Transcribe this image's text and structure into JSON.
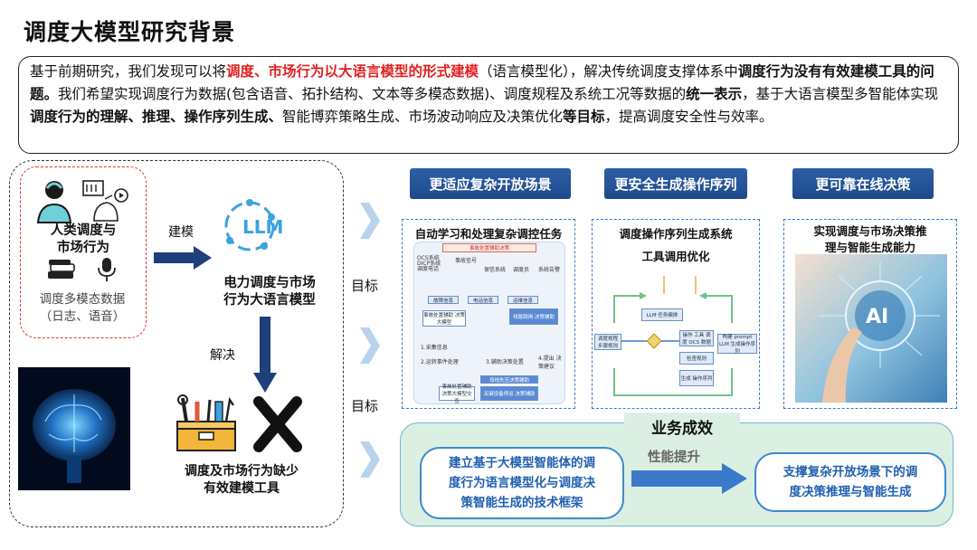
{
  "title": "调度大模型研究背景",
  "intro": {
    "p1": "基于前期研究，我们发现可以将",
    "p2": "调度、市场行为以大语言模型的形式建模",
    "p3": "（语言模型化），解决传统调度支撑体系中",
    "p4": "调度行为没有有效建模工具的问题。",
    "p5": "我们希望实现调度行为数据(包含语音、拓扑结构、文本等多模态数据)、调度规程及系统工况等数据的",
    "p6": "统一表示",
    "p7": "，基于大语言模型多智能体实现",
    "p8": "调度行为的理解、推理、操作序列生成、",
    "p9": "智能博弈策略生成、市场波动响应及决策优化",
    "p10": "等目标",
    "p11": "，提高调度安全性与效率。"
  },
  "left": {
    "human_label": "人类调度与\n市场行为",
    "multimodal_label": "调度多模态数据\n（日志、语音）",
    "modeling_label": "建模",
    "llm_logo_text": "LLM",
    "llm_label": "电力调度与市场\n行为大语言模型",
    "solve_label": "解决",
    "lack_label": "调度及市场行为缺少\n有效建模工具"
  },
  "targets": [
    "目标",
    "目标"
  ],
  "columns": [
    {
      "header": "更适应复杂开放场景",
      "card_title": "自动学习和处理复杂调控任务",
      "mini": {
        "banner": "事故处置辅助决策",
        "row1": [
          "OCS系统 DICP系统 调度电话",
          "事故信号",
          "保信系统",
          "调度员",
          "系统告警"
        ],
        "mid_tags": [
          "故障信息",
          "电话信息",
          "运维信息"
        ],
        "box_a": "事故处置辅助 决策大模型",
        "box_b": "线路跳闸 决策辅助",
        "box_c": "母线失压决策辅助",
        "box_d": "关键设备停运 决策辅助",
        "steps": [
          "1.采集信息",
          "2.运转事件处理",
          "3.辅助决策处置",
          "4.提出 决策建议"
        ],
        "footer": "事故处置辅助 决策大模型交互"
      }
    },
    {
      "header": "更安全生成操作序列",
      "card_title_1": "调度操作序列生成系统",
      "card_title_2": "工具调用优化",
      "mini": {
        "n1": "LLM 任务编排",
        "n2": "操作 工具 调度 OCS 数据",
        "n3": "调度规程 步骤规则",
        "n4": "检查规则",
        "n5": "生成 操作序列",
        "n6": "构建 prompt LLM 生成操作序列"
      }
    },
    {
      "header": "更可靠在线决策",
      "card_title": "实现调度与市场决策推\n理与智能生成能力",
      "image_text": "AI"
    }
  ],
  "effect": {
    "title": "业务成效",
    "left_box": "建立基于大模型智能体的调\n度行为语言模型化与调度决\n策智能生成的技术框架",
    "arrow_label": "性能提升",
    "right_box": "支撑复杂开放场景下的调\n度决策推理与智能生成"
  },
  "colors": {
    "accent_blue": "#1f4a8a",
    "highlight_red": "#e02020",
    "effect_bg": "#dcefe3"
  }
}
